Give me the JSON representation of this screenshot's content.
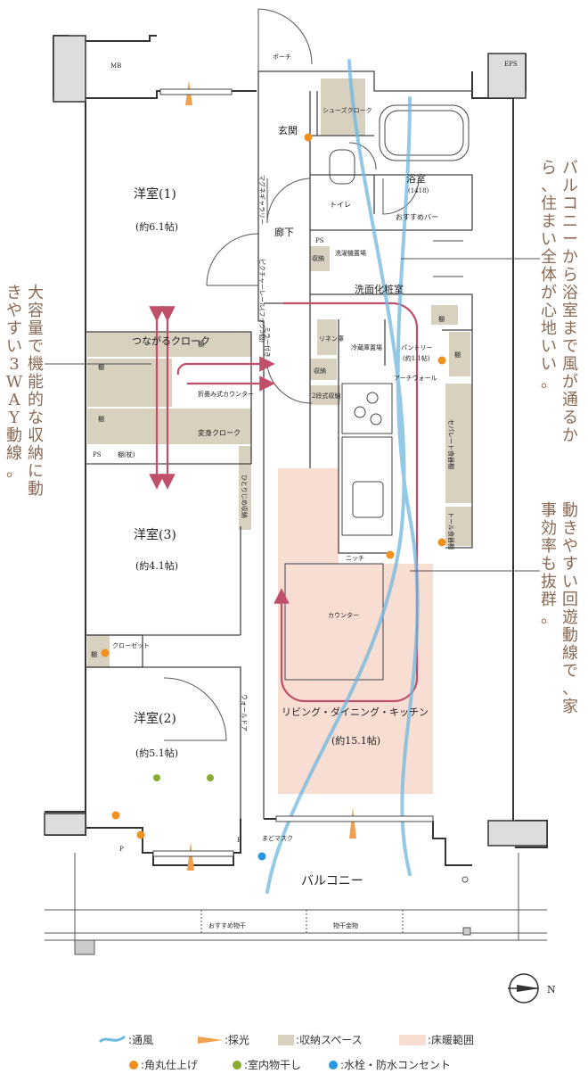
{
  "rooms": {
    "porch": "ポーチ",
    "mb": "MB",
    "eps": "EPS",
    "entrance": "玄関",
    "shoes_cloak": "シューズクローク",
    "bath": "浴室",
    "bath_size": "(1418)",
    "toilet": "トイレ",
    "hall": "廊下",
    "washroom": "洗面化粧室",
    "laundry": "洗濯機置場",
    "ps": "PS",
    "storage": "収納",
    "linen": "リネン庫",
    "fridge": "冷蔵庫置場",
    "pantry": "パントリー",
    "pantry_size": "(約1.1帖)",
    "two_tier": "2段式収納",
    "arch_wall": "アーチウォール",
    "separate_shelf": "セパレート食器棚",
    "tall_shelf": "トール食器棚",
    "niche": "ニッチ",
    "counter": "カウンター",
    "ldk": "リビング・ダイニング・キッチン",
    "ldk_size": "(約15.1帖)",
    "western1": "洋室(1)",
    "western1_size": "(約6.1帖)",
    "western2": "洋室(2)",
    "western2_size": "(約5.1帖)",
    "western3": "洋室(3)",
    "western3_size": "(約4.1帖)",
    "connecting_cloak": "つながるクローク",
    "dressing_cloak": "変身クローク",
    "folding_counter": "折畳み式カウンター",
    "shelf": "棚",
    "shelf_pipe": "棚(枕)",
    "hitorijime": "ひとりじめ収納",
    "closet": "クローゼット",
    "balcony": "バルコニー",
    "mado_mask": "まどマスク",
    "osusume_bar": "おすすめバー",
    "osusume_hoshi": "おすすめ物干",
    "monohoshi": "物干金物",
    "picture_rail": "ピクチャーレール(フック5個)",
    "magnet_gallery": "マグネギャラリー",
    "mirror": "ミラー付き",
    "walldoor": "ウォールドア",
    "p": "P"
  },
  "callouts": {
    "left": "大容量で機能的な収納に動きやすい3WAY動線。",
    "right_top": "バルコニーから浴室まで風が通るから、住まい全体が心地いい。",
    "right_bottom": "動きやすい回遊動線で、家事効率も抜群。"
  },
  "compass": "N",
  "legend": {
    "ventilation": ":通風",
    "daylight": ":採光",
    "storage": ":収納スペース",
    "floor_heating": ":床暖範囲",
    "rounded": ":角丸仕上げ",
    "indoor_drying": ":室内物干し",
    "faucet": ":水栓・防水コンセント"
  },
  "colors": {
    "storage": "#d8d1c0",
    "floor_heating": "#f8ddd2",
    "route": "#c0506a",
    "wind": "#6fb8e0",
    "light": "#f2a050",
    "rounded": "#f0901e",
    "drying": "#8aab2e",
    "faucet": "#2a98e0",
    "callout": "#8a6a55"
  }
}
